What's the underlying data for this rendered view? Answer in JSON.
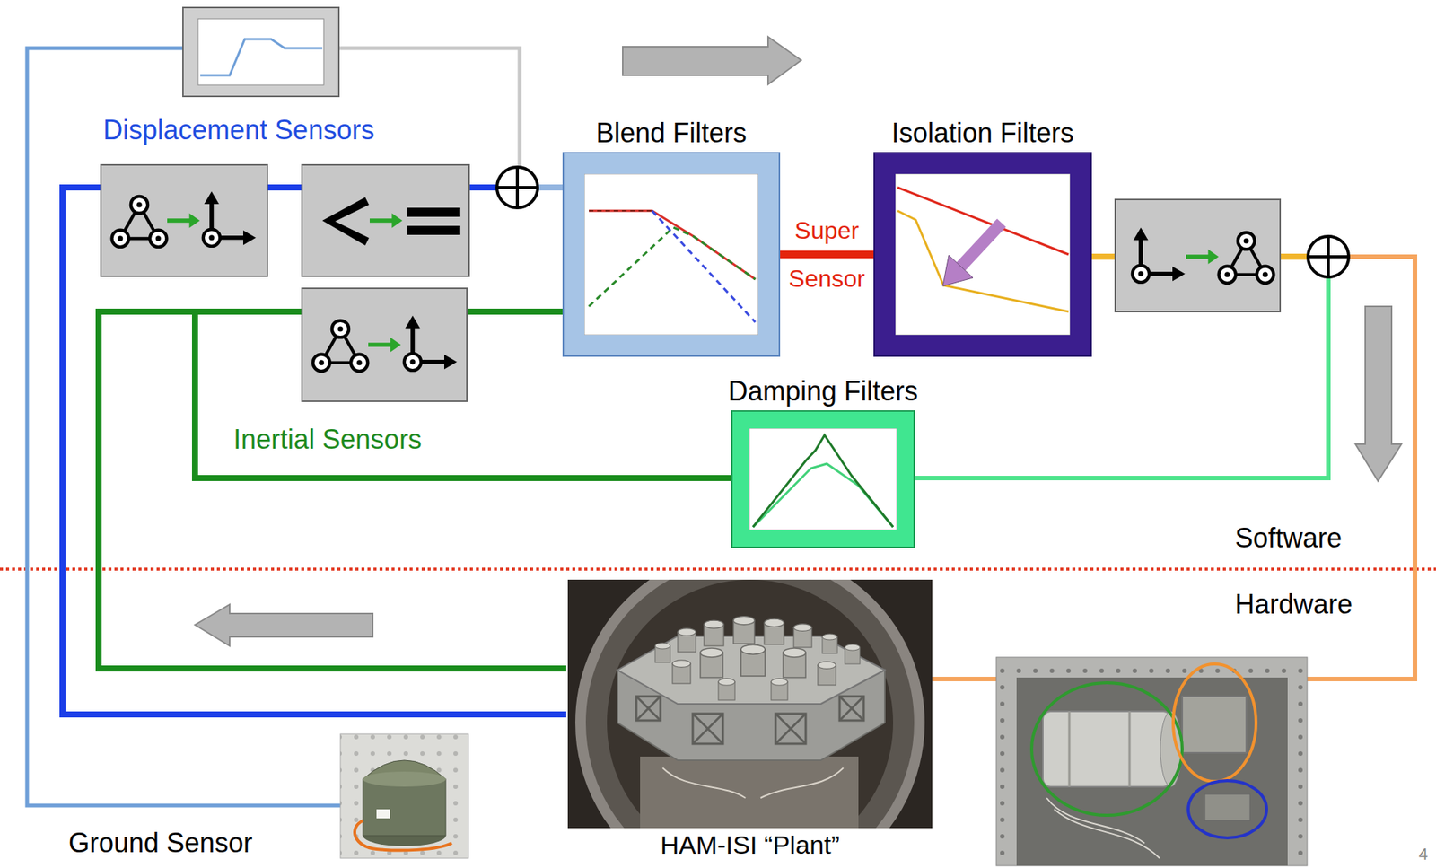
{
  "diagram": {
    "nodes": [
      {
        "text": [
          "Blend Filters"
        ]
      },
      {
        "text": [
          "Isolation Filters"
        ]
      },
      {
        "text": [
          "Damping Filters"
        ]
      },
      {
        "text": [
          "HAM-ISI “Plant”"
        ]
      },
      {
        "text": [
          "Ground Sensor"
        ]
      }
    ],
    "edges": [
      {
        "from": 0,
        "to": 1,
        "label": "Super Sensor",
        "arrow": "none"
      }
    ],
    "labels": [
      "Displacement Sensors",
      "Inertial Sensors",
      "Software",
      "Hardware",
      "4"
    ]
  }
}
